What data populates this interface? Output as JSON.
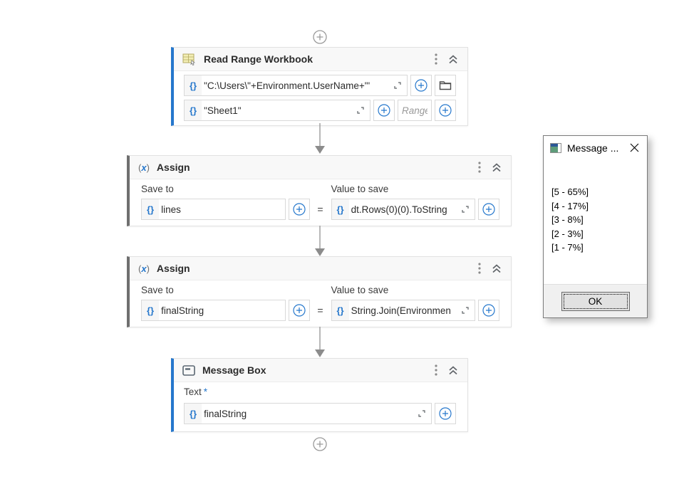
{
  "ui": {
    "expr_prefix": "{}",
    "equals": "=",
    "paren_open": "(",
    "fx": "x",
    "paren_close": ")"
  },
  "colors": {
    "accent_blue": "#2577cc",
    "accent_gray": "#6f6f6f",
    "header_bg": "#f8f8f8",
    "dialog_footer_bg": "#f0f0f0",
    "connector_gray": "#9a9a9a"
  },
  "workflow": {
    "read_range": {
      "title": "Read Range Workbook",
      "file_value": "\"C:\\Users\\\"+Environment.UserName+\"'",
      "sheet_value": "\"Sheet1\"",
      "range_placeholder": "Range"
    },
    "assign1": {
      "title": "Assign",
      "save_to_label": "Save to",
      "value_label": "Value to save",
      "save_to_value": "lines",
      "value_value": "dt.Rows(0)(0).ToString"
    },
    "assign2": {
      "title": "Assign",
      "save_to_label": "Save to",
      "value_label": "Value to save",
      "save_to_value": "finalString",
      "value_value": "String.Join(Environmen"
    },
    "message_box": {
      "title": "Message Box",
      "text_label": "Text",
      "required_mark": "*",
      "text_value": "finalString"
    }
  },
  "dialog": {
    "title": "Message ...",
    "lines": [
      "[5 - 65%]",
      "[4 - 17%]",
      "[3 - 8%]",
      "[2 - 3%]",
      "[1 - 7%]"
    ],
    "ok_label": "OK"
  }
}
